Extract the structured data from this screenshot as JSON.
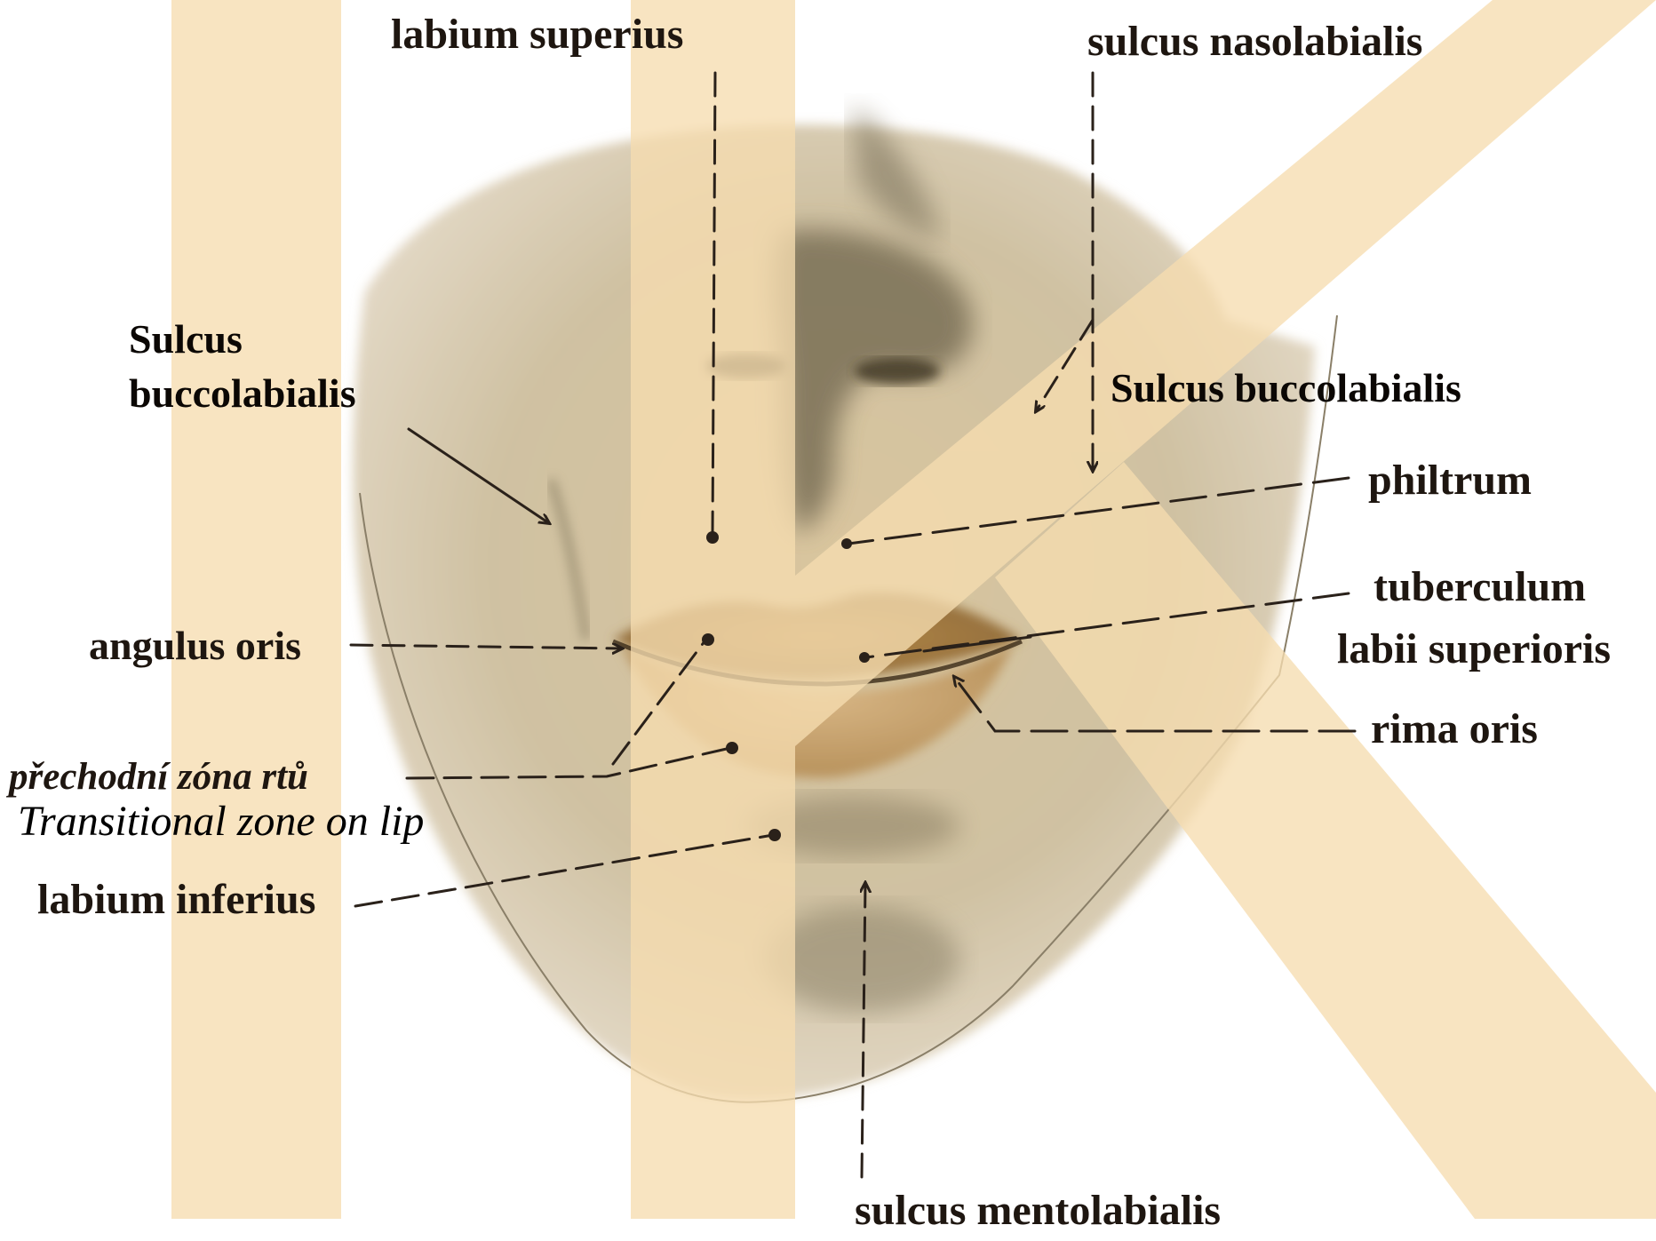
{
  "figure": {
    "subject": "face-lips-region",
    "watermark": "K",
    "colors": {
      "watermark": "#f6ddb0",
      "skin": "#d8c39c",
      "shadow": "#6e6448",
      "lip": "#a77a3c",
      "text": "#1e1610",
      "leader": "#2a211a"
    }
  },
  "labels": {
    "labium_superius": "labium superius",
    "sulcus_nasolabialis": "sulcus nasolabialis",
    "sulcus_buccolabialis_left_1": "Sulcus",
    "sulcus_buccolabialis_left_2": "buccolabialis",
    "sulcus_buccolabialis_right": "Sulcus buccolabialis",
    "philtrum": "philtrum",
    "tuberculum_1": "tuberculum",
    "tuberculum_2": "labii superioris",
    "angulus_oris": "angulus oris",
    "rima_oris": "rima oris",
    "prechodni_zona": "přechodní zóna rtů",
    "transitional_zone": "Transitional zone on lip",
    "labium_inferius": "labium inferius",
    "sulcus_mentolabialis": "sulcus mentolabialis"
  }
}
